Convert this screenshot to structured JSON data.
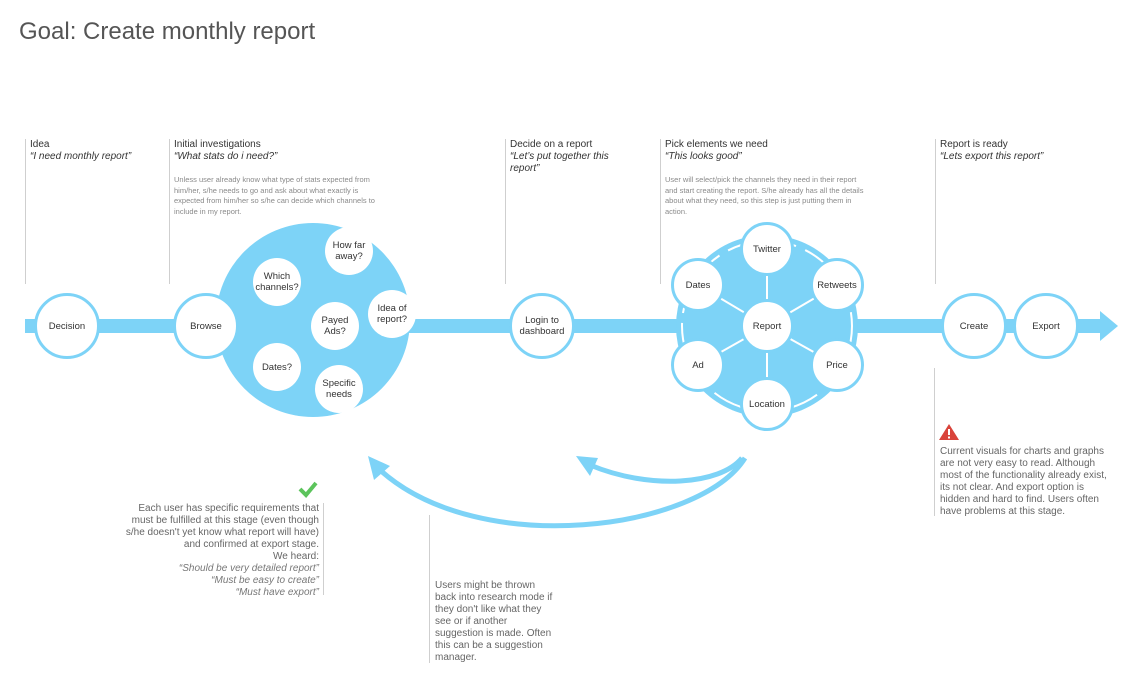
{
  "title": "Goal: Create monthly report",
  "colors": {
    "flow": "#7dd3f7",
    "check": "#5cc45c",
    "warning": "#d9433a"
  },
  "stages": [
    {
      "label": "Idea",
      "quote": "“I need monthly report”"
    },
    {
      "label": "Initial investigations",
      "quote": "“What stats do i need?”",
      "description": "Unless user already know what type of stats expected from him/her, s/he needs to go and ask about what exactly is expected from him/her so s/he can decide which channels to include in my report."
    },
    {
      "label": "Decide on a report",
      "quote": "“Let’s put together this report”"
    },
    {
      "label": "Pick elements we need",
      "quote": "“This looks good”",
      "description": "User will select/pick the channels they need in their report and start creating the report. S/he already has all the details about what they need, so this step is just putting them in action."
    },
    {
      "label": "Report is ready",
      "quote": "“Lets export this report”"
    }
  ],
  "nodes": {
    "decision": "Decision",
    "browse": "Browse",
    "login": "Login to dashboard",
    "create": "Create",
    "export": "Export"
  },
  "research": {
    "how_far": "How far away?",
    "which_channels": "Which channels?",
    "payed_ads": "Payed Ads?",
    "idea_of_report": "Idea of report?",
    "dates": "Dates?",
    "specific_needs": "Specific needs"
  },
  "elements": {
    "center": "Report",
    "twitter": "Twitter",
    "retweets": "Retweets",
    "price": "Price",
    "location": "Location",
    "ad": "Ad",
    "dates": "Dates"
  },
  "notes": {
    "positive": {
      "icon": "checkmark-icon",
      "text": "Each user has specific requirements that must be fulfilled at this stage (even though s/he doesn't yet know what report will have) and confirmed at export stage.",
      "heard": "We heard:",
      "quotes": [
        "“Should be very detailed report”",
        "“Must be easy to create”",
        "“Must have export”"
      ]
    },
    "loop": {
      "text": "Users might be thrown back into research mode if they don't like what they see or if another suggestion is made. Often this can be a suggestion manager."
    },
    "warning": {
      "icon": "warning-icon",
      "text": "Current visuals for charts and graphs are not very easy to read. Although most of the functionality already exist, its not clear. And export option is hidden and hard to find. Users often have problems at this stage."
    }
  }
}
